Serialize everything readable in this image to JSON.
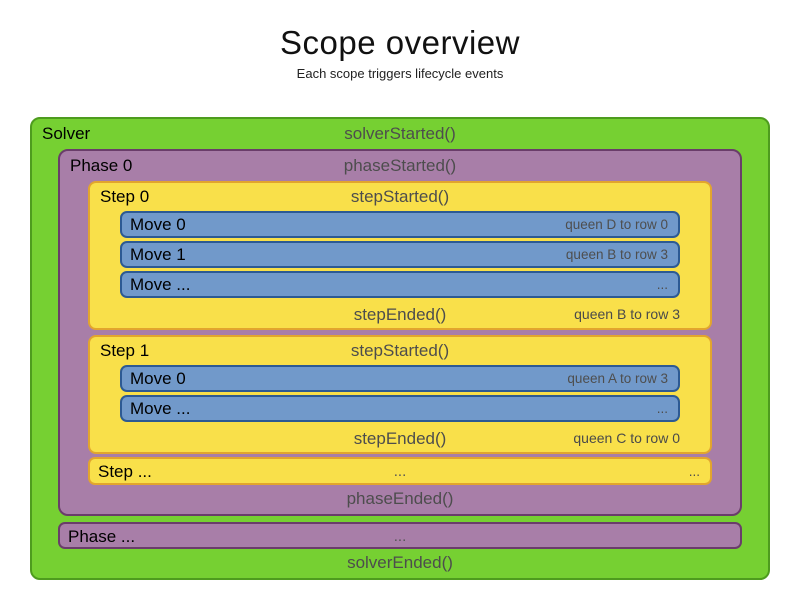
{
  "page": {
    "title": "Scope overview",
    "subtitle": "Each scope triggers lifecycle events"
  },
  "colors": {
    "solver_fill": "#76d032",
    "solver_border": "#4e9c1e",
    "phase_fill": "#a87ea8",
    "phase_border": "#6a3d6a",
    "step_fill": "#f9e04a",
    "step_border": "#e2a52d",
    "move_fill": "#7199ca",
    "move_border": "#2d5a93",
    "lifecycle_text": "#4d4d4d",
    "annotation_text": "#4e4e4e",
    "label_text": "#000000"
  },
  "solver": {
    "label": "Solver",
    "started": "solverStarted()",
    "ended": "solverEnded()",
    "phases": [
      {
        "label": "Phase 0",
        "started": "phaseStarted()",
        "ended": "phaseEnded()",
        "steps": [
          {
            "label": "Step 0",
            "started": "stepStarted()",
            "ended": "stepEnded()",
            "ended_annotation": "queen B to row 3",
            "moves": [
              {
                "label": "Move 0",
                "annotation": "queen D to row 0"
              },
              {
                "label": "Move 1",
                "annotation": "queen B to row 3"
              },
              {
                "label": "Move ...",
                "annotation": "..."
              }
            ]
          },
          {
            "label": "Step 1",
            "started": "stepStarted()",
            "ended": "stepEnded()",
            "ended_annotation": "queen C to row 0",
            "moves": [
              {
                "label": "Move 0",
                "annotation": "queen A to row 3"
              },
              {
                "label": "Move ...",
                "annotation": "..."
              }
            ]
          }
        ],
        "more_steps": {
          "label": "Step ...",
          "center": "...",
          "annotation": "..."
        }
      }
    ],
    "more_phases": {
      "label": "Phase ...",
      "center": "..."
    }
  }
}
